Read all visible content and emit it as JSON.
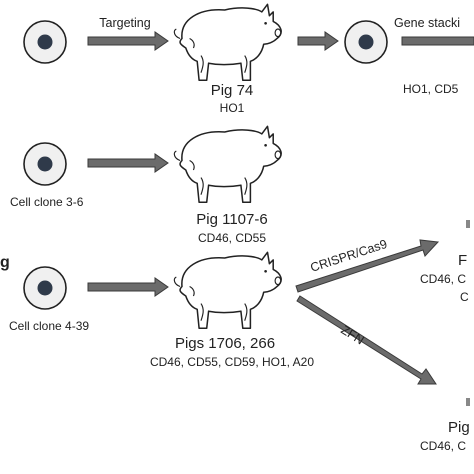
{
  "diagram": {
    "panel_letter": "g",
    "colors": {
      "arrow_fill": "#6b6b6b",
      "arrow_stroke": "#3a3a3a",
      "cell_fill": "#f0f0f0",
      "nucleus": "#2f3a4a"
    },
    "row1": {
      "arrow1_label": "Targeting",
      "pig_name": "Pig 74",
      "pig_genes": "HO1",
      "arrow2_label": "Gene stacki",
      "right_genes": "HO1, CD5"
    },
    "row2": {
      "cell_label": "Cell clone 3-6",
      "pig_name": "Pig 1107-6",
      "pig_genes": "CD46, CD55"
    },
    "row3": {
      "cell_label": "Cell clone 4-39",
      "pig_name": "Pigs 1706, 266",
      "pig_genes": "CD46, CD55, CD59, HO1, A20",
      "upper_arrow_label": "CRISPR/Cas9",
      "lower_arrow_label": "ZFN",
      "upper_result_line1": "F",
      "upper_result_line2": "CD46, C",
      "upper_result_line3": "C",
      "lower_result_line1": "Pig",
      "lower_result_line2": "CD46, C"
    }
  }
}
